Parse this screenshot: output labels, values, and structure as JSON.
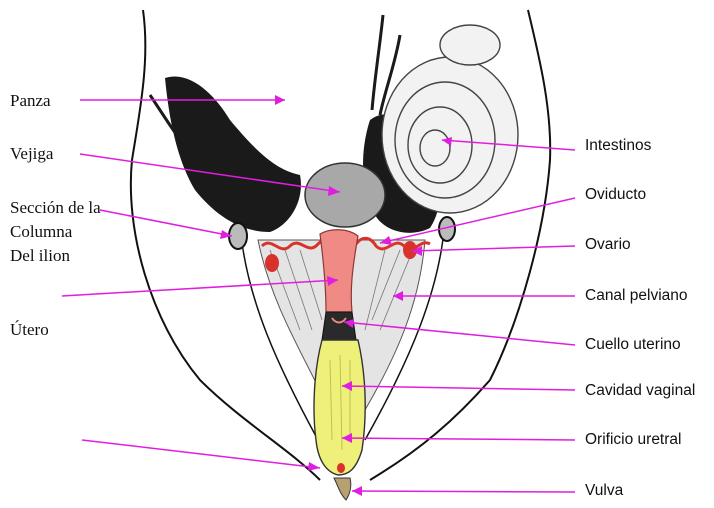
{
  "diagram": {
    "left_labels": {
      "panza": "Panza",
      "vejiga": "Vejiga",
      "seccion_line1": "Sección de la",
      "seccion_line2": "Columna",
      "seccion_line3": "Del ilion",
      "utero": "Útero"
    },
    "right_labels": {
      "intestinos": "Intestinos",
      "oviducto": "Oviducto",
      "ovario": "Ovario",
      "canal_pelviano": "Canal pelviano",
      "cuello_uterino": "Cuello uterino",
      "cavidad_vaginal": "Cavidad vaginal",
      "orificio_uretral": "Orificio uretral",
      "vulva": "Vulva"
    },
    "colors": {
      "leader_line": "#e01ee0",
      "uterus": "#ef8a85",
      "ovary": "#d8322a",
      "vagina": "#eef07a",
      "bladder": "#a8a8a8",
      "dark_tissue": "#1a1a1a",
      "pelvic_tissue": "#e4e4e4"
    }
  }
}
